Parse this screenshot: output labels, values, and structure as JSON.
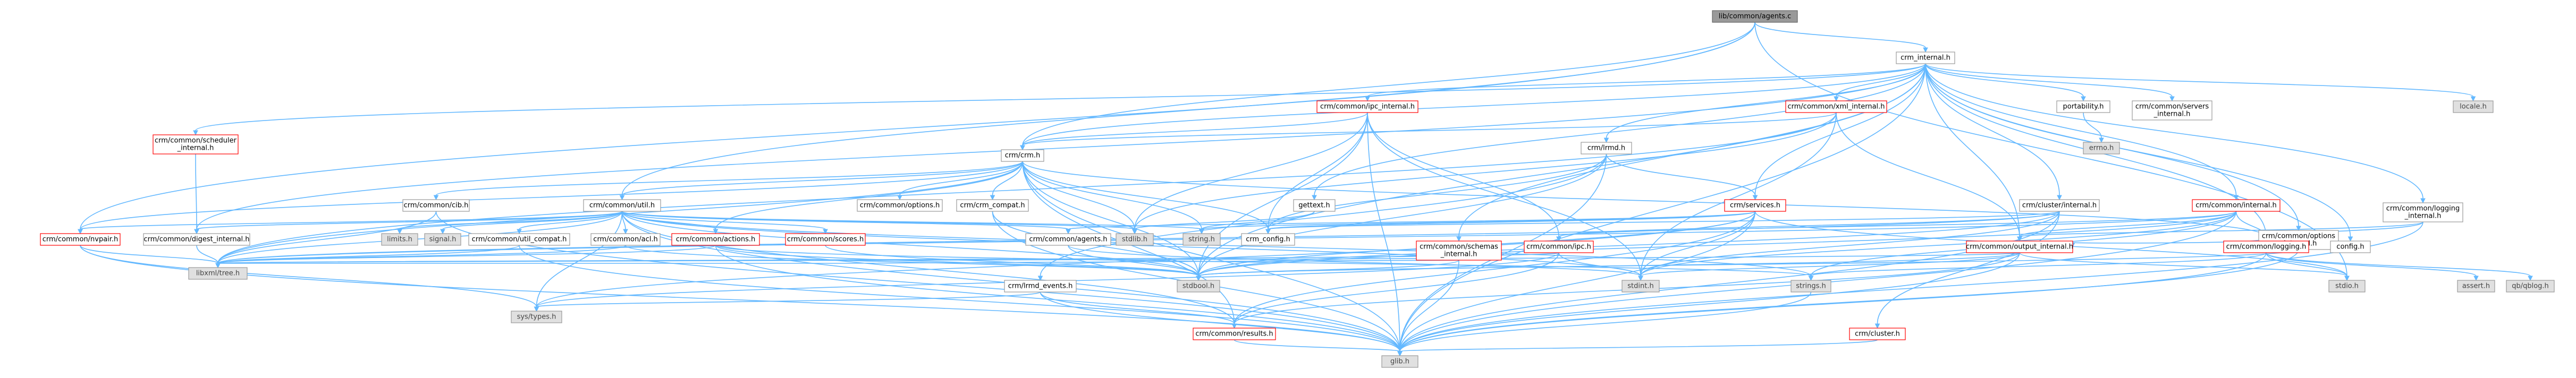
{
  "title": "lib/common/agents.c",
  "colors": {
    "edge": "#63b8ff",
    "root_fill": "#999999",
    "missing_border": "#ff0000",
    "system_fill": "#e0e0e0",
    "normal_border": "#999999"
  },
  "nodes": {
    "agents_c": "lib/common/agents.c",
    "crm_internal_h": "crm_internal.h",
    "crm_common_ipc_internal_h": "crm/common/ipc_internal.h",
    "crm_common_xml_internal_h": "crm/common/xml_internal.h",
    "portability_h": "portability.h",
    "crm_common_servers_internal_h": "crm/common/servers\n_internal.h",
    "locale_h": "locale.h",
    "crm_lrmd_h": "crm/lrmd.h",
    "errno_h": "errno.h",
    "crm_crm_h": "crm/crm.h",
    "crm_common_scheduler_internal_h": "crm/common/scheduler\n_internal.h",
    "crm_common_options_internal_h": "crm/common/options\n_internal.h",
    "crm_common_logging_internal_h": "crm/common/logging\n_internal.h",
    "crm_common_util_h": "crm/common/util.h",
    "crm_common_cib_h": "crm/common/cib.h",
    "crm_common_options_h": "crm/common/options.h",
    "crm_crm_compat_h": "crm/crm_compat.h",
    "gettext_h": "gettext.h",
    "crm_services_h": "crm/services.h",
    "crm_cluster_internal_h": "crm/cluster/internal.h",
    "crm_common_internal_h": "crm/common/internal.h",
    "crm_common_nvpair_h": "crm/common/nvpair.h",
    "crm_common_digest_internal_h": "crm/common/digest_internal.h",
    "limits_h": "limits.h",
    "signal_h": "signal.h",
    "crm_common_util_compat_h": "crm/common/util_compat.h",
    "crm_common_acl_h": "crm/common/acl.h",
    "crm_common_actions_h": "crm/common/actions.h",
    "crm_common_scores_h": "crm/common/scores.h",
    "crm_common_agents_h": "crm/common/agents.h",
    "stdlib_h": "stdlib.h",
    "string_h": "string.h",
    "crm_config_h": "crm_config.h",
    "crm_common_schemas_internal_h": "crm/common/schemas\n_internal.h",
    "crm_common_ipc_h": "crm/common/ipc.h",
    "crm_common_output_internal_h": "crm/common/output_internal.h",
    "crm_common_logging_h": "crm/common/logging.h",
    "config_h": "config.h",
    "libxml_tree_h": "libxml/tree.h",
    "crm_lrmd_events_h": "crm/lrmd_events.h",
    "stdbool_h": "stdbool.h",
    "stdint_h": "stdint.h",
    "strings_h": "strings.h",
    "stdio_h": "stdio.h",
    "assert_h": "assert.h",
    "qb_qblog_h": "qb/qblog.h",
    "sys_types_h": "sys/types.h",
    "crm_common_results_h": "crm/common/results.h",
    "crm_cluster_h": "crm/cluster.h",
    "glib_h": "glib.h"
  }
}
